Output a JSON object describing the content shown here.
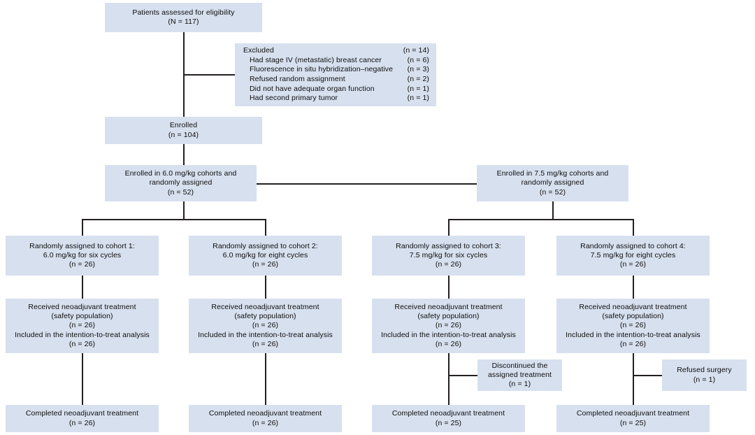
{
  "diagram": {
    "title": "CONSORT patient flow diagram",
    "box_fill": "#d7e0ee",
    "line_color": "#231f20",
    "text_color": "#0d0d0d"
  },
  "assessed": {
    "line1": "Patients assessed for eligibility",
    "line2": "(N = 117)"
  },
  "excluded": {
    "rows": [
      {
        "label": "Excluded",
        "value": "(n = 14)",
        "indent": false
      },
      {
        "label": "Had stage IV (metastatic) breast cancer",
        "value": "(n = 6)",
        "indent": true
      },
      {
        "label": "Fluorescence in situ hybridization–negative",
        "value": "(n = 3)",
        "indent": true
      },
      {
        "label": "Refused random assignment",
        "value": "(n = 2)",
        "indent": true
      },
      {
        "label": "Did not have adequate organ function",
        "value": "(n = 1)",
        "indent": true
      },
      {
        "label": "Had second primary tumor",
        "value": "(n = 1)",
        "indent": true
      }
    ]
  },
  "enrolled": {
    "line1": "Enrolled",
    "line2": "(n = 104)"
  },
  "arms": [
    {
      "line1": "Enrolled in 6.0 mg/kg cohorts and",
      "line2": "randomly assigned",
      "line3": "(n = 52)"
    },
    {
      "line1": "Enrolled in 7.5 mg/kg cohorts and",
      "line2": "randomly assigned",
      "line3": "(n = 52)"
    }
  ],
  "cohorts": [
    {
      "assign_line1": "Randomly assigned to cohort 1:",
      "assign_line2": "6.0 mg/kg for six cycles",
      "assign_line3": "(n = 26)",
      "received_line1": "Received neoadjuvant treatment",
      "received_line2": "(safety population)",
      "received_line3": "(n = 26)",
      "received_line4": "Included in the intention-to-treat analysis",
      "received_line5": "(n = 26)",
      "completed_line1": "Completed neoadjuvant treatment",
      "completed_line2": "(n = 26)"
    },
    {
      "assign_line1": "Randomly assigned to cohort 2:",
      "assign_line2": "6.0 mg/kg for eight cycles",
      "assign_line3": "(n = 26)",
      "received_line1": "Received neoadjuvant treatment",
      "received_line2": "(safety population)",
      "received_line3": "(n = 26)",
      "received_line4": "Included in the intention-to-treat analysis",
      "received_line5": "(n = 26)",
      "completed_line1": "Completed neoadjuvant treatment",
      "completed_line2": "(n = 26)"
    },
    {
      "assign_line1": "Randomly assigned to cohort 3:",
      "assign_line2": "7.5 mg/kg for six cycles",
      "assign_line3": "(n = 26)",
      "received_line1": "Received neoadjuvant treatment",
      "received_line2": "(safety population)",
      "received_line3": "(n = 26)",
      "received_line4": "Included in the intention-to-treat analysis",
      "received_line5": "(n = 26)",
      "completed_line1": "Completed neoadjuvant treatment",
      "completed_line2": "(n = 25)"
    },
    {
      "assign_line1": "Randomly assigned to cohort 4:",
      "assign_line2": "7.5 mg/kg for eight cycles",
      "assign_line3": "(n = 26)",
      "received_line1": "Received neoadjuvant treatment",
      "received_line2": "(safety population)",
      "received_line3": "(n = 26)",
      "received_line4": "Included in the intention-to-treat analysis",
      "received_line5": "(n = 26)",
      "completed_line1": "Completed neoadjuvant treatment",
      "completed_line2": "(n = 25)"
    }
  ],
  "dropouts": [
    {
      "line1": "Discontinued the",
      "line2": "assigned treatment",
      "line3": "(n = 1)"
    },
    {
      "line1": "Refused surgery",
      "line2": "(n = 1)"
    }
  ]
}
